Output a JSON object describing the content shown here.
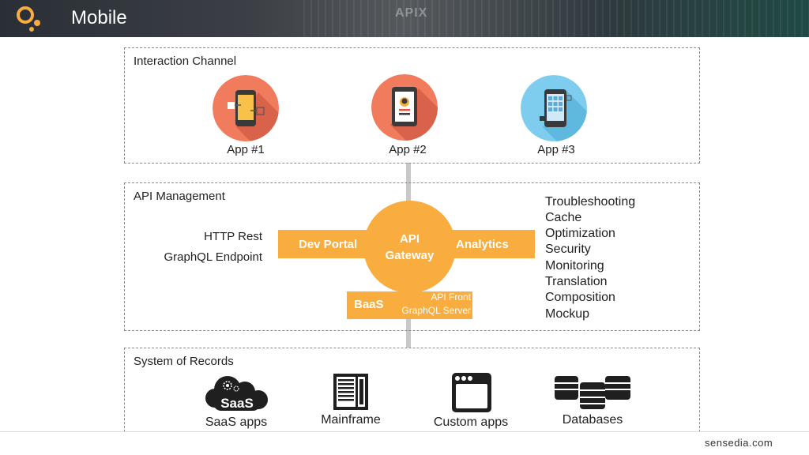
{
  "header": {
    "title": "Mobile",
    "watermark": "APIX"
  },
  "interaction": {
    "label": "Interaction Channel",
    "apps": [
      {
        "label": "App #1",
        "icon": "phone-yellow-icon",
        "color": "#f07b5d"
      },
      {
        "label": "App #2",
        "icon": "tablet-profile-icon",
        "color": "#f07b5d"
      },
      {
        "label": "App #3",
        "icon": "phone-grid-icon",
        "color": "#7ecdee"
      }
    ]
  },
  "api": {
    "label": "API Management",
    "left_items": [
      "HTTP Rest",
      "GraphQL Endpoint"
    ],
    "dev_portal": "Dev Portal",
    "gateway_line1": "API",
    "gateway_line2": "Gateway",
    "analytics": "Analytics",
    "baas": "BaaS",
    "baas_sub1": "API Front",
    "baas_sub2": "GraphQL Server",
    "features": [
      "Troubleshooting",
      "Cache",
      "Optimization",
      "Security",
      "Monitoring",
      "Translation",
      "Composition",
      "Mockup"
    ],
    "accent": "#f8ad3e"
  },
  "records": {
    "label": "System of Records",
    "saas_badge": "SaaS",
    "items": [
      {
        "label": "SaaS apps",
        "icon": "cloud-saas-icon"
      },
      {
        "label": "Mainframe",
        "icon": "server-icon"
      },
      {
        "label": "Custom apps",
        "icon": "app-window-icon"
      },
      {
        "label": "Databases",
        "icon": "database-icon"
      }
    ]
  },
  "footer": {
    "brand": "sensedia.com"
  }
}
